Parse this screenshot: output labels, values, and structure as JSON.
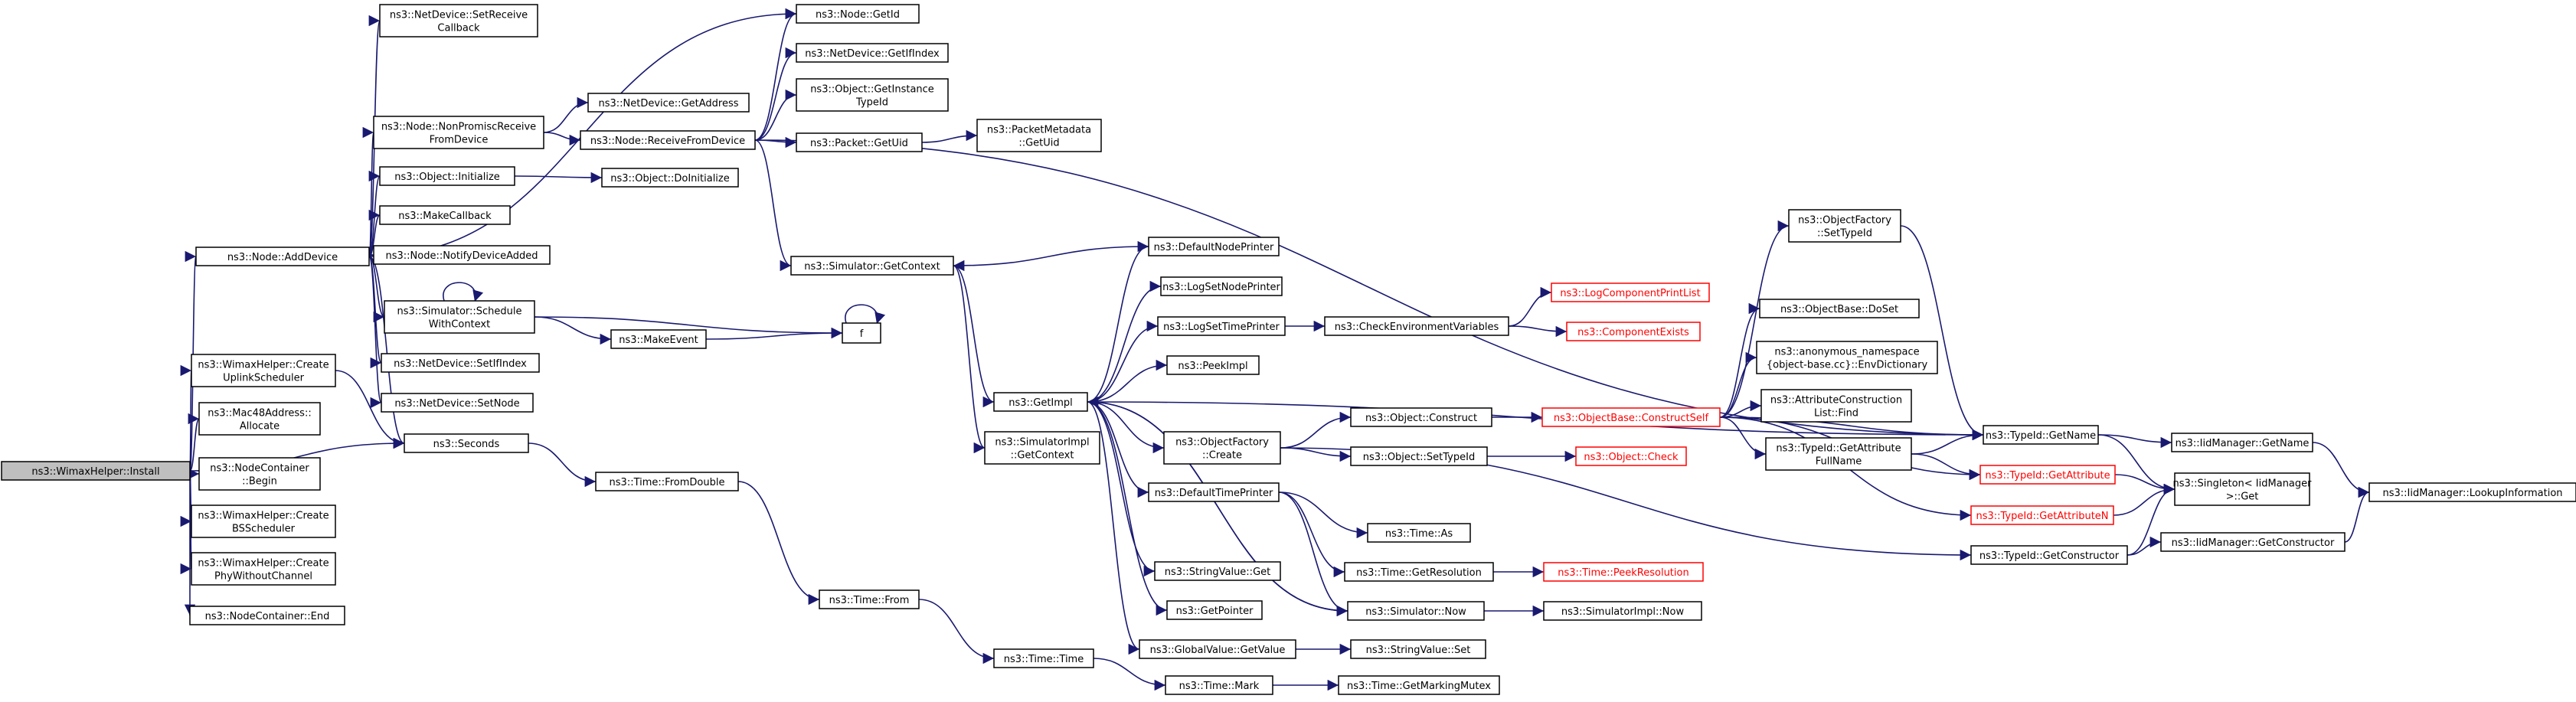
{
  "diagram": {
    "title": "ns3::WimaxHelper::Install call graph",
    "edge_color": "#191970",
    "node_border_color": "#000000",
    "missing_node_color": "#ff0000",
    "root_fill": "#bfbfbf",
    "nodes": [
      {
        "id": "root",
        "lines": [
          "ns3::WimaxHelper::Install"
        ]
      },
      {
        "id": "node_adddevice",
        "lines": [
          "ns3::Node::AddDevice"
        ]
      },
      {
        "id": "create_uplink",
        "lines": [
          "ns3::WimaxHelper::Create",
          "UplinkScheduler"
        ]
      },
      {
        "id": "mac48_allocate",
        "lines": [
          "ns3::Mac48Address::",
          "Allocate"
        ]
      },
      {
        "id": "nodecontainer_begin",
        "lines": [
          "ns3::NodeContainer",
          "::Begin"
        ]
      },
      {
        "id": "create_bs",
        "lines": [
          "ns3::WimaxHelper::Create",
          "BSScheduler"
        ]
      },
      {
        "id": "create_phy",
        "lines": [
          "ns3::WimaxHelper::Create",
          "PhyWithoutChannel"
        ]
      },
      {
        "id": "nodecontainer_end",
        "lines": [
          "ns3::NodeContainer::End"
        ]
      },
      {
        "id": "setreceivecallback",
        "lines": [
          "ns3::NetDevice::SetReceive",
          "Callback"
        ]
      },
      {
        "id": "nonpromisc",
        "lines": [
          "ns3::Node::NonPromiscReceive",
          "FromDevice"
        ]
      },
      {
        "id": "object_initialize",
        "lines": [
          "ns3::Object::Initialize"
        ]
      },
      {
        "id": "makecallback",
        "lines": [
          "ns3::MakeCallback"
        ]
      },
      {
        "id": "notifydeviceadded",
        "lines": [
          "ns3::Node::NotifyDeviceAdded"
        ]
      },
      {
        "id": "schedulewithcontext",
        "lines": [
          "ns3::Simulator::Schedule",
          "WithContext"
        ]
      },
      {
        "id": "setifindex",
        "lines": [
          "ns3::NetDevice::SetIfIndex"
        ]
      },
      {
        "id": "setnode",
        "lines": [
          "ns3::NetDevice::SetNode"
        ]
      },
      {
        "id": "seconds",
        "lines": [
          "ns3::Seconds"
        ]
      },
      {
        "id": "node_getid",
        "lines": [
          "ns3::Node::GetId"
        ]
      },
      {
        "id": "getifindex",
        "lines": [
          "ns3::NetDevice::GetIfIndex"
        ]
      },
      {
        "id": "getinstancetypeid",
        "lines": [
          "ns3::Object::GetInstance",
          "TypeId"
        ]
      },
      {
        "id": "getaddress",
        "lines": [
          "ns3::NetDevice::GetAddress"
        ]
      },
      {
        "id": "receivefromdevice",
        "lines": [
          "ns3::Node::ReceiveFromDevice"
        ]
      },
      {
        "id": "packet_getuid",
        "lines": [
          "ns3::Packet::GetUid"
        ]
      },
      {
        "id": "packetmetadata_getuid",
        "lines": [
          "ns3::PacketMetadata",
          "::GetUid"
        ]
      },
      {
        "id": "doinitialize",
        "lines": [
          "ns3::Object::DoInitialize"
        ]
      },
      {
        "id": "makeevent",
        "lines": [
          "ns3::MakeEvent"
        ]
      },
      {
        "id": "f",
        "lines": [
          "f"
        ]
      },
      {
        "id": "fromdouble",
        "lines": [
          "ns3::Time::FromDouble"
        ]
      },
      {
        "id": "time_from",
        "lines": [
          "ns3::Time::From"
        ]
      },
      {
        "id": "time_time",
        "lines": [
          "ns3::Time::Time"
        ]
      },
      {
        "id": "time_mark",
        "lines": [
          "ns3::Time::Mark"
        ]
      },
      {
        "id": "getmarkingmutex",
        "lines": [
          "ns3::Time::GetMarkingMutex"
        ]
      },
      {
        "id": "simulator_getcontext",
        "lines": [
          "ns3::Simulator::GetContext"
        ]
      },
      {
        "id": "getimpl",
        "lines": [
          "ns3::GetImpl"
        ]
      },
      {
        "id": "simulatorimpl_getcontext",
        "lines": [
          "ns3::SimulatorImpl",
          "::GetContext"
        ]
      },
      {
        "id": "defaultnodeprinter",
        "lines": [
          "ns3::DefaultNodePrinter"
        ]
      },
      {
        "id": "logsetnodeprinter",
        "lines": [
          "ns3::LogSetNodePrinter"
        ]
      },
      {
        "id": "logsettimeprinter",
        "lines": [
          "ns3::LogSetTimePrinter"
        ]
      },
      {
        "id": "peekimpl",
        "lines": [
          "ns3::PeekImpl"
        ]
      },
      {
        "id": "objectfactory_create",
        "lines": [
          "ns3::ObjectFactory",
          "::Create"
        ]
      },
      {
        "id": "defaulttimeprinter",
        "lines": [
          "ns3::DefaultTimePrinter"
        ]
      },
      {
        "id": "stringvalue_get",
        "lines": [
          "ns3::StringValue::Get"
        ]
      },
      {
        "id": "getpointer",
        "lines": [
          "ns3::GetPointer"
        ]
      },
      {
        "id": "globalvalue_getvalue",
        "lines": [
          "ns3::GlobalValue::GetValue"
        ]
      },
      {
        "id": "checkenvvars",
        "lines": [
          "ns3::CheckEnvironmentVariables"
        ]
      },
      {
        "id": "logcomponentprintlist",
        "lines": [
          "ns3::LogComponentPrintList"
        ],
        "missing": true
      },
      {
        "id": "componentexists",
        "lines": [
          "ns3::ComponentExists"
        ],
        "missing": true
      },
      {
        "id": "object_construct",
        "lines": [
          "ns3::Object::Construct"
        ]
      },
      {
        "id": "object_settypeid",
        "lines": [
          "ns3::Object::SetTypeId"
        ]
      },
      {
        "id": "objectbase_constructself",
        "lines": [
          "ns3::ObjectBase::ConstructSelf"
        ],
        "missing": true
      },
      {
        "id": "object_check",
        "lines": [
          "ns3::Object::Check"
        ],
        "missing": true
      },
      {
        "id": "time_as",
        "lines": [
          "ns3::Time::As"
        ]
      },
      {
        "id": "time_getresolution",
        "lines": [
          "ns3::Time::GetResolution"
        ]
      },
      {
        "id": "time_peekresolution",
        "lines": [
          "ns3::Time::PeekResolution"
        ],
        "missing": true
      },
      {
        "id": "simulator_now",
        "lines": [
          "ns3::Simulator::Now"
        ]
      },
      {
        "id": "simulatorimpl_now",
        "lines": [
          "ns3::SimulatorImpl::Now"
        ]
      },
      {
        "id": "stringvalue_set",
        "lines": [
          "ns3::StringValue::Set"
        ]
      },
      {
        "id": "objectfactory_settypeid",
        "lines": [
          "ns3::ObjectFactory",
          "::SetTypeId"
        ]
      },
      {
        "id": "objectbase_doset",
        "lines": [
          "ns3::ObjectBase::DoSet"
        ]
      },
      {
        "id": "envdictionary",
        "lines": [
          "ns3::anonymous_namespace",
          "{object-base.cc}::EnvDictionary"
        ]
      },
      {
        "id": "attrconstructionlist_find",
        "lines": [
          "ns3::AttributeConstruction",
          "List::Find"
        ]
      },
      {
        "id": "typeid_getattributefullname",
        "lines": [
          "ns3::TypeId::GetAttribute",
          "FullName"
        ]
      },
      {
        "id": "typeid_getattributen",
        "lines": [
          "ns3::TypeId::GetAttributeN"
        ],
        "missing": true
      },
      {
        "id": "typeid_getconstructor",
        "lines": [
          "ns3::TypeId::GetConstructor"
        ]
      },
      {
        "id": "typeid_getname",
        "lines": [
          "ns3::TypeId::GetName"
        ]
      },
      {
        "id": "typeid_getattribute",
        "lines": [
          "ns3::TypeId::GetAttribute"
        ],
        "missing": true
      },
      {
        "id": "singleton_get",
        "lines": [
          "ns3::Singleton< IidManager",
          " >::Get"
        ]
      },
      {
        "id": "iidmanager_getname",
        "lines": [
          "ns3::IidManager::GetName"
        ]
      },
      {
        "id": "iidmanager_getconstructor",
        "lines": [
          "ns3::IidManager::GetConstructor"
        ]
      },
      {
        "id": "iidmanager_lookupinformation",
        "lines": [
          "ns3::IidManager::LookupInformation"
        ]
      }
    ],
    "edges": [
      [
        "root",
        "node_adddevice"
      ],
      [
        "root",
        "create_uplink"
      ],
      [
        "root",
        "mac48_allocate"
      ],
      [
        "root",
        "nodecontainer_begin"
      ],
      [
        "root",
        "create_bs"
      ],
      [
        "root",
        "create_phy"
      ],
      [
        "root",
        "nodecontainer_end"
      ],
      [
        "root",
        "seconds"
      ],
      [
        "node_adddevice",
        "setreceivecallback"
      ],
      [
        "node_adddevice",
        "node_getid"
      ],
      [
        "node_adddevice",
        "nonpromisc"
      ],
      [
        "node_adddevice",
        "object_initialize"
      ],
      [
        "node_adddevice",
        "makecallback"
      ],
      [
        "node_adddevice",
        "notifydeviceadded"
      ],
      [
        "node_adddevice",
        "schedulewithcontext"
      ],
      [
        "node_adddevice",
        "setifindex"
      ],
      [
        "node_adddevice",
        "setnode"
      ],
      [
        "node_adddevice",
        "seconds"
      ],
      [
        "create_uplink",
        "seconds"
      ],
      [
        "nonpromisc",
        "getaddress"
      ],
      [
        "nonpromisc",
        "receivefromdevice"
      ],
      [
        "object_initialize",
        "doinitialize"
      ],
      [
        "schedulewithcontext",
        "schedulewithcontext"
      ],
      [
        "schedulewithcontext",
        "f"
      ],
      [
        "schedulewithcontext",
        "makeevent"
      ],
      [
        "makeevent",
        "f"
      ],
      [
        "f",
        "f"
      ],
      [
        "seconds",
        "fromdouble"
      ],
      [
        "fromdouble",
        "time_from"
      ],
      [
        "time_from",
        "time_time"
      ],
      [
        "time_time",
        "time_mark"
      ],
      [
        "time_mark",
        "getmarkingmutex"
      ],
      [
        "receivefromdevice",
        "node_getid"
      ],
      [
        "receivefromdevice",
        "getifindex"
      ],
      [
        "receivefromdevice",
        "getinstancetypeid"
      ],
      [
        "receivefromdevice",
        "packet_getuid"
      ],
      [
        "receivefromdevice",
        "simulator_getcontext"
      ],
      [
        "receivefromdevice",
        "typeid_getname"
      ],
      [
        "packet_getuid",
        "packetmetadata_getuid"
      ],
      [
        "simulator_getcontext",
        "getimpl"
      ],
      [
        "simulator_getcontext",
        "simulatorimpl_getcontext"
      ],
      [
        "defaultnodeprinter",
        "simulator_getcontext"
      ],
      [
        "getimpl",
        "defaultnodeprinter"
      ],
      [
        "getimpl",
        "logsetnodeprinter"
      ],
      [
        "getimpl",
        "logsettimeprinter"
      ],
      [
        "getimpl",
        "peekimpl"
      ],
      [
        "getimpl",
        "objectfactory_create"
      ],
      [
        "getimpl",
        "defaulttimeprinter"
      ],
      [
        "getimpl",
        "stringvalue_get"
      ],
      [
        "getimpl",
        "getpointer"
      ],
      [
        "getimpl",
        "globalvalue_getvalue"
      ],
      [
        "getimpl",
        "simulator_now"
      ],
      [
        "getimpl",
        "typeid_getname"
      ],
      [
        "logsettimeprinter",
        "checkenvvars"
      ],
      [
        "checkenvvars",
        "logcomponentprintlist"
      ],
      [
        "checkenvvars",
        "componentexists"
      ],
      [
        "objectfactory_create",
        "object_construct"
      ],
      [
        "objectfactory_create",
        "object_settypeid"
      ],
      [
        "objectfactory_create",
        "typeid_getconstructor"
      ],
      [
        "object_construct",
        "objectbase_constructself"
      ],
      [
        "object_settypeid",
        "object_check"
      ],
      [
        "defaulttimeprinter",
        "time_as"
      ],
      [
        "defaulttimeprinter",
        "time_getresolution"
      ],
      [
        "defaulttimeprinter",
        "simulator_now"
      ],
      [
        "time_getresolution",
        "time_peekresolution"
      ],
      [
        "simulator_now",
        "getimpl"
      ],
      [
        "simulator_now",
        "simulatorimpl_now"
      ],
      [
        "globalvalue_getvalue",
        "stringvalue_set"
      ],
      [
        "objectbase_constructself",
        "objectfactory_settypeid"
      ],
      [
        "objectbase_constructself",
        "objectbase_doset"
      ],
      [
        "objectbase_constructself",
        "envdictionary"
      ],
      [
        "objectbase_constructself",
        "attrconstructionlist_find"
      ],
      [
        "objectbase_constructself",
        "typeid_getattributefullname"
      ],
      [
        "objectbase_constructself",
        "typeid_getattribute"
      ],
      [
        "objectbase_constructself",
        "typeid_getattributen"
      ],
      [
        "objectbase_constructself",
        "typeid_getname"
      ],
      [
        "objectfactory_settypeid",
        "typeid_getname"
      ],
      [
        "typeid_getattributefullname",
        "typeid_getname"
      ],
      [
        "typeid_getattributefullname",
        "typeid_getattribute"
      ],
      [
        "typeid_getconstructor",
        "singleton_get"
      ],
      [
        "typeid_getconstructor",
        "iidmanager_getconstructor"
      ],
      [
        "typeid_getname",
        "iidmanager_getname"
      ],
      [
        "typeid_getname",
        "singleton_get"
      ],
      [
        "typeid_getattribute",
        "singleton_get"
      ],
      [
        "typeid_getattributen",
        "singleton_get"
      ],
      [
        "iidmanager_getname",
        "iidmanager_lookupinformation"
      ],
      [
        "iidmanager_getconstructor",
        "iidmanager_lookupinformation"
      ]
    ]
  }
}
